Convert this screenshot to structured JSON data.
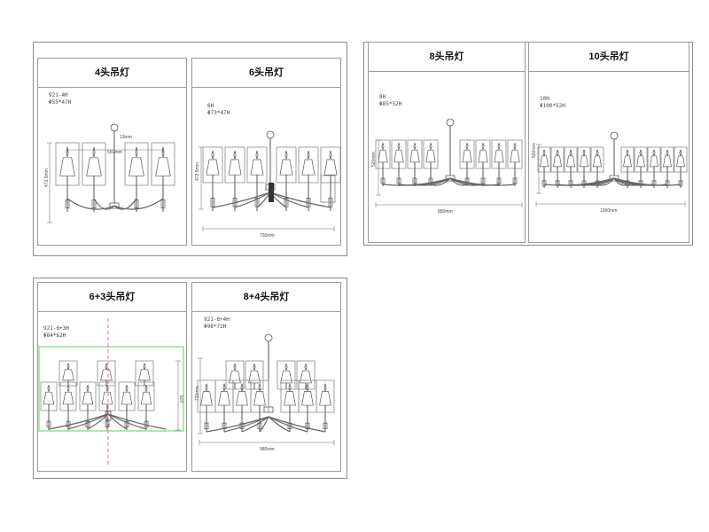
{
  "panels": {
    "p4": {
      "title": "4头吊灯",
      "model": "921-4H",
      "size": "Φ55*47H",
      "width_dim": "550mm",
      "height_dim": "473.5mm",
      "arm_dim": "13mm"
    },
    "p6": {
      "title": "6头吊灯",
      "model": "6H",
      "size": "Φ73*47H",
      "width_dim": "730mm",
      "height_dim": "473.5mm"
    },
    "p8": {
      "title": "8头吊灯",
      "model": "8H",
      "size": "Φ85*52H",
      "width_dim": "850mm",
      "height_dim": "520mm"
    },
    "p10": {
      "title": "10头吊灯",
      "model": "10H",
      "size": "Φ100*52H",
      "width_dim": "1000mm",
      "height_dim": "520mm"
    },
    "p63": {
      "title": "6+3头吊灯",
      "model": "921-6+3H",
      "size": "Φ84*62H",
      "height_dim": "620"
    },
    "p84": {
      "title": "8+4头吊灯",
      "model": "921-8+4H",
      "size": "Φ98*72H",
      "width_dim": "980mm",
      "height_dim": "720mm"
    }
  },
  "colors": {
    "line": "#6f6f6f",
    "frame": "#8a8a8a",
    "highlight_box": "#6cc46c",
    "center_mark": "#e05050"
  }
}
